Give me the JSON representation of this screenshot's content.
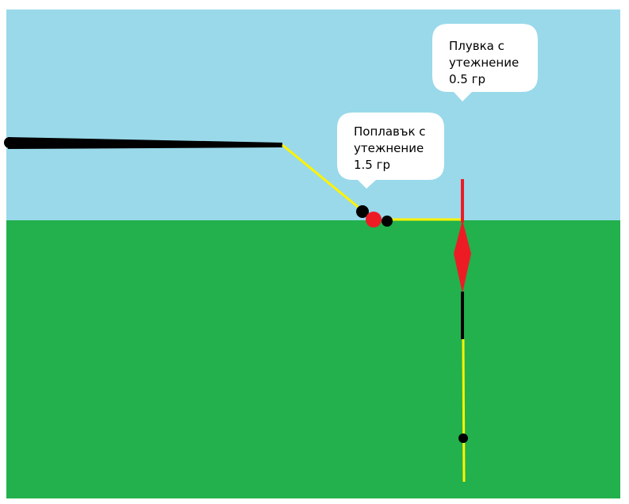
{
  "colors": {
    "sky": "#99D9EA",
    "water": "#22B14C",
    "line": "#FFF200",
    "float": "#ED1C24",
    "weight": "#000000",
    "rod": "#000000"
  },
  "callouts": [
    {
      "lines": [
        "Плувка с",
        "утежнение",
        "0.5 гр"
      ]
    },
    {
      "lines": [
        "Поплавък с",
        "утежнение",
        "1.5 гр"
      ]
    }
  ]
}
